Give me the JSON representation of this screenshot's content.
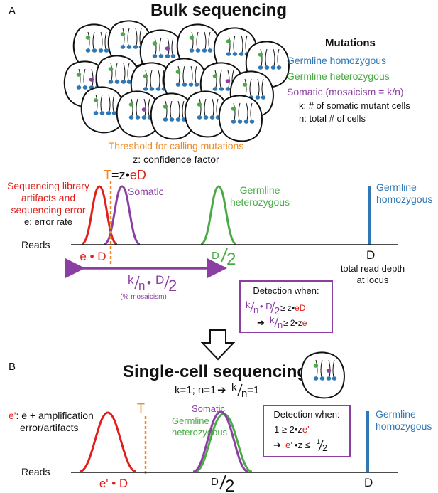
{
  "colors": {
    "blue": "#2f78b5",
    "green": "#4aab45",
    "purple": "#8b3fa3",
    "red": "#e0201b",
    "orange": "#f08a24",
    "black": "#111111"
  },
  "panelA": {
    "letter": "A",
    "title": "Bulk sequencing",
    "legend": {
      "title": "Mutations",
      "homozygous": "Germline homozygous",
      "heterozygous": "Germline heterozygous",
      "somatic": "Somatic (mosaicism = k/n)",
      "k_def": "k: # of somatic mutant cells",
      "n_def": "n: total # of cells"
    },
    "threshold_title": "Threshold for calling mutations",
    "threshold_z": "z: confidence factor",
    "threshold_T": "T",
    "threshold_eq": "=z•",
    "threshold_eD": "eD",
    "artifact_line1": "Sequencing library",
    "artifact_line2": "artifacts and",
    "artifact_line3": "sequencing error",
    "error_rate": "e: error rate",
    "somatic_label": "Somatic",
    "het_line1": "Germline",
    "het_line2": "heterozygous",
    "hom_line1": "Germline",
    "hom_line2": "homozygous",
    "reads": "Reads",
    "eD_axis": "e • D",
    "D2_num": "D",
    "D2_den": "2",
    "D_axis": "D",
    "depth_line1": "total read depth",
    "depth_line2": "at locus",
    "mosaic_k": "k",
    "mosaic_n": "n",
    "mosaic_dot": "•",
    "mosaic_D": "D",
    "mosaic_2": "2",
    "mosaic_pct": "(% mosaicism)",
    "detection_title": "Detection when:",
    "det1_k": "k",
    "det1_n": "n",
    "det1_mid": "• D",
    "det1_2": "2",
    "det1_rel": " ≥ z•",
    "det1_eD": "eD",
    "det2_arrow": "➔",
    "det2_k": "k",
    "det2_n": "n",
    "det2_rel": " ≥ 2•z",
    "det2_e": "e"
  },
  "panelB": {
    "letter": "B",
    "title": "Single-cell sequencing",
    "subtitle_prefix": "k=1; n=1",
    "subtitle_arrow": "➔",
    "subtitle_k": "k",
    "subtitle_n": "n",
    "subtitle_suffix": " =1",
    "eprime": "e'",
    "eprime_line1": ": e + amplification",
    "eprime_line2": "error/artifacts",
    "threshold_T": "T",
    "somatic_label": "Somatic",
    "het_line1": "Germline",
    "het_line2": "heterozygous",
    "hom_line1": "Germline",
    "hom_line2": "homozygous",
    "reads": "Reads",
    "eD_axis": "e' • D",
    "D2_num": "D",
    "D2_den": "2",
    "D_axis": "D",
    "detection_title": "Detection when:",
    "det1_prefix": "1 ≥ 2•z",
    "det1_e": "e'",
    "det2_arrow": "➔",
    "det2_e": "e'",
    "det2_mid": "•z ≤",
    "det2_1": "1",
    "det2_2": "2"
  }
}
